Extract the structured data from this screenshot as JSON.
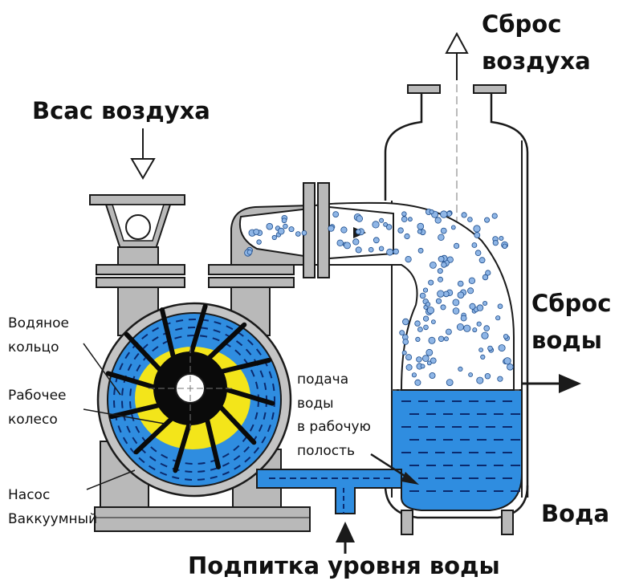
{
  "labels": {
    "air_intake": "Всас воздуха",
    "air_discharge_1": "Сброс",
    "air_discharge_2": "воздуха",
    "water_discharge_1": "Сброс",
    "water_discharge_2": "воды",
    "water_ring_1": "Водяное",
    "water_ring_2": "кольцо",
    "impeller_1": "Рабочее",
    "impeller_2": "колесо",
    "pump_1": "Насос",
    "pump_2": "Ваккуумный",
    "feed_1": "подача",
    "feed_2": "воды",
    "feed_3": "в рабочую",
    "feed_4": "полость",
    "water": "Вода",
    "makeup": "Подпитка уровня воды"
  },
  "colors": {
    "water": "#2f8de0",
    "water_dash": "#0a2a6e",
    "metal": "#b9b9b9",
    "outline": "#1a1a1a",
    "impeller": "#0a0a0a",
    "rotor_yellow": "#f3e51a",
    "bubble": "#8fb6e6"
  }
}
